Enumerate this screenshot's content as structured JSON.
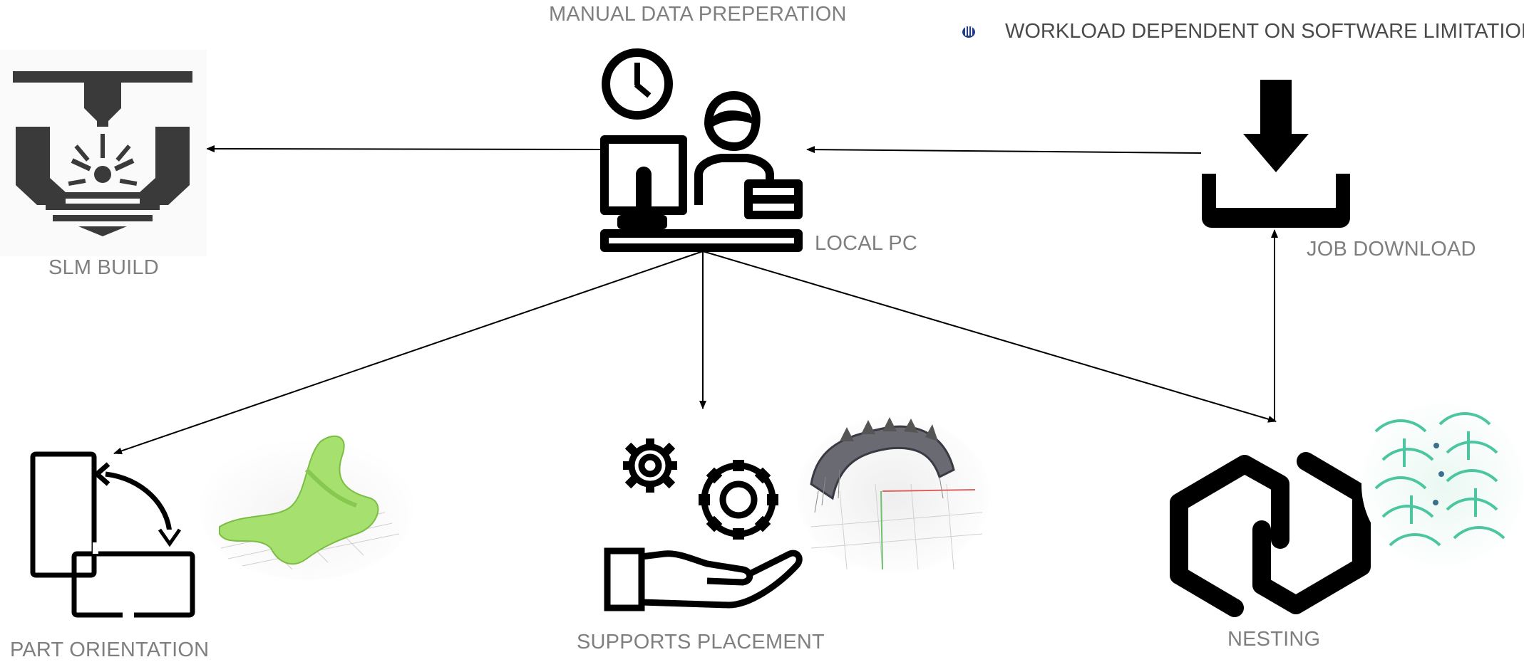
{
  "labels": {
    "manual_data_preparation": "MANUAL DATA PREPERATION",
    "local_pc": "LOCAL PC",
    "slm_build": "SLM BUILD",
    "job_download": "JOB DOWNLOAD",
    "part_orientation": "PART ORIENTATION",
    "supports_placement": "SUPPORTS PLACEMENT",
    "nesting": "NESTING"
  },
  "bullet": {
    "text": "WORKLOAD DEPENDENT ON SOFTWARE LIMITATIONS",
    "icon": "tulip-bullet-icon",
    "color": "#1f3d8a"
  },
  "colors": {
    "label": "#7f7f7f",
    "icon": "#000000",
    "slm_icon": "#3a3a3a",
    "green_part": "#a6e06e",
    "nesting_teal": "#4cc6a0"
  },
  "icons": {
    "local_pc": "person-at-computer-icon",
    "slm_build": "slm-printer-icon",
    "job_download": "download-icon",
    "part_orientation": "rotate-orientation-icon",
    "supports_placement": "gears-hand-icon",
    "nesting": "nesting-hexagon-icon"
  }
}
